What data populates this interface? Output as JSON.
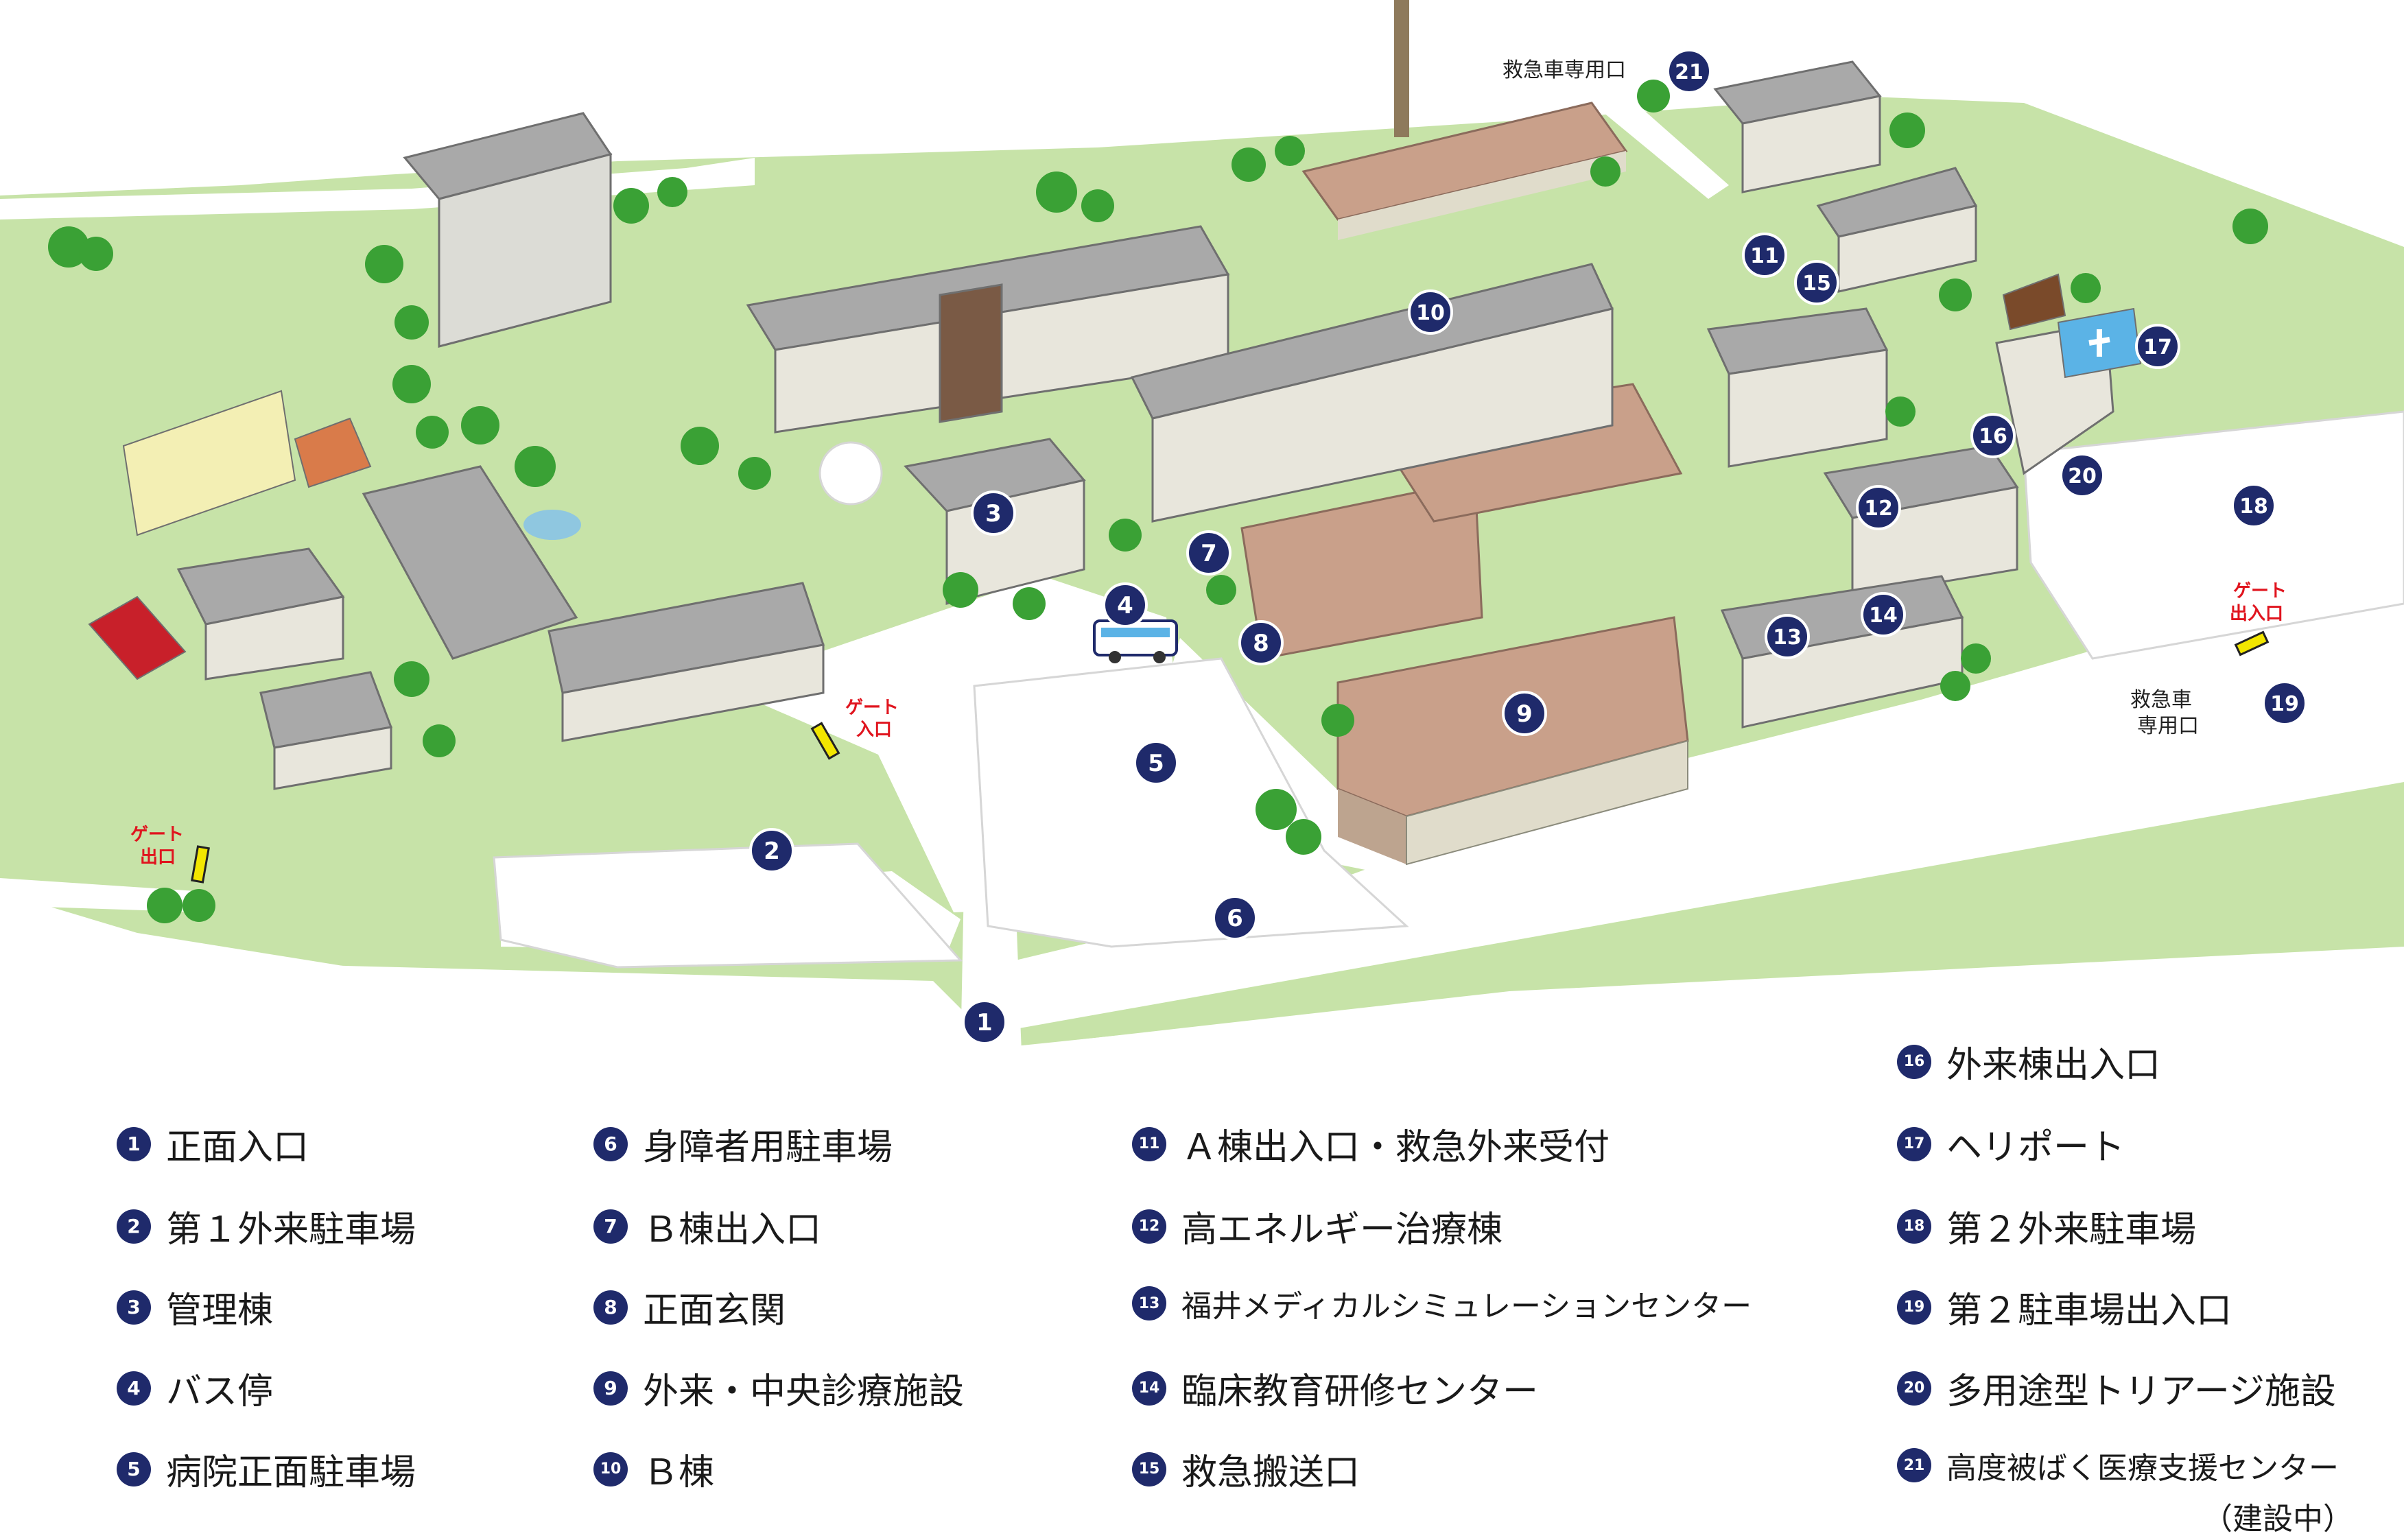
{
  "colors": {
    "grass": "#c7e3a8",
    "road": "#ffffff",
    "building": "#e8e6dc",
    "roof": "#a9a9a9",
    "brown_roof": "#c9a08a",
    "marker": "#1f2a6b",
    "gate": "#e0141e",
    "gate_box": "#f2e600",
    "tree": "#3aa135"
  },
  "map": {
    "labels": {
      "ambulance_entry_top": "救急車専用口",
      "ambulance_entry_right_1": "救急車",
      "ambulance_entry_right_2": "専用口",
      "gate_entrance_1": "ゲート",
      "gate_entrance_2": "入口",
      "gate_exit_1": "ゲート",
      "gate_exit_2": "出口",
      "gate_in_out_1": "ゲート",
      "gate_in_out_2": "出入口"
    },
    "markers": [
      "1",
      "2",
      "3",
      "4",
      "5",
      "6",
      "7",
      "8",
      "9",
      "10",
      "11",
      "12",
      "13",
      "14",
      "15",
      "16",
      "17",
      "18",
      "19",
      "20",
      "21"
    ]
  },
  "legend": [
    {
      "num": "1",
      "label": "正面入口"
    },
    {
      "num": "2",
      "label": "第１外来駐車場"
    },
    {
      "num": "3",
      "label": "管理棟"
    },
    {
      "num": "4",
      "label": "バス停"
    },
    {
      "num": "5",
      "label": "病院正面駐車場"
    },
    {
      "num": "6",
      "label": "身障者用駐車場"
    },
    {
      "num": "7",
      "label": "Ｂ棟出入口"
    },
    {
      "num": "8",
      "label": "正面玄関"
    },
    {
      "num": "9",
      "label": "外来・中央診療施設"
    },
    {
      "num": "10",
      "label": "Ｂ棟"
    },
    {
      "num": "11",
      "label": "Ａ棟出入口・救急外来受付"
    },
    {
      "num": "12",
      "label": "高エネルギー治療棟"
    },
    {
      "num": "13",
      "label": "福井メディカルシミュレーションセンター"
    },
    {
      "num": "14",
      "label": "臨床教育研修センター"
    },
    {
      "num": "15",
      "label": "救急搬送口"
    },
    {
      "num": "16",
      "label": "外来棟出入口"
    },
    {
      "num": "17",
      "label": "ヘリポート"
    },
    {
      "num": "18",
      "label": "第２外来駐車場"
    },
    {
      "num": "19",
      "label": "第２駐車場出入口"
    },
    {
      "num": "20",
      "label": "多用途型トリアージ施設"
    },
    {
      "num": "21",
      "label": "高度被ばく医療支援センター"
    }
  ],
  "legend_note": "（建設中）"
}
